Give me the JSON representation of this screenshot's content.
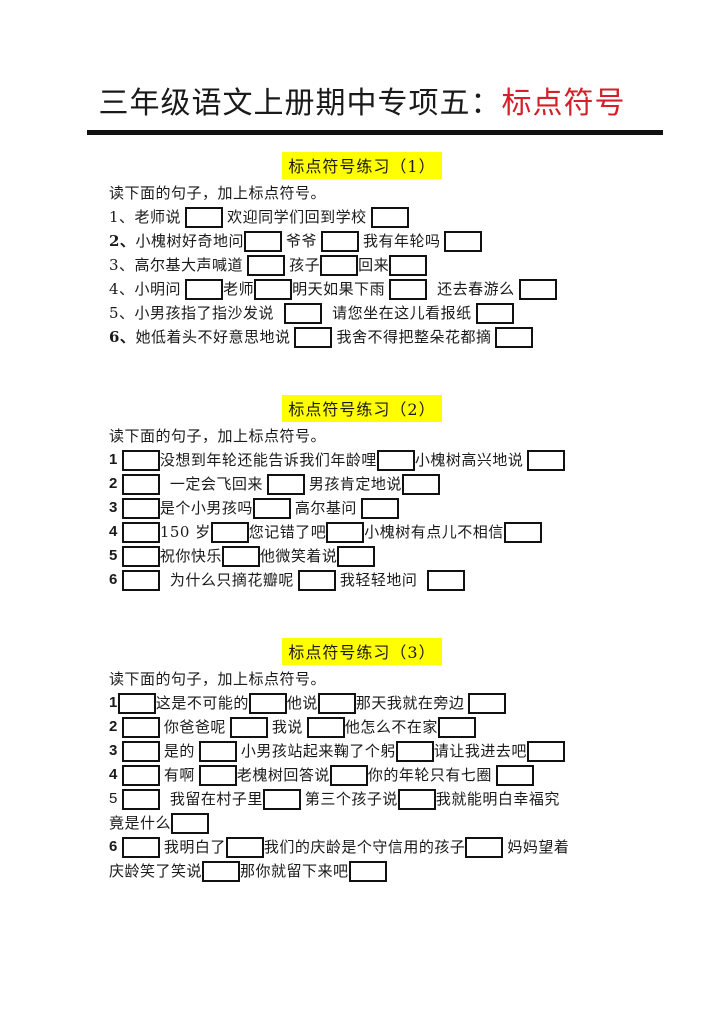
{
  "header": {
    "title_main": "三年级语文上册期中专项五：",
    "title_accent": "标点符号",
    "accent_color": "#d3202a"
  },
  "highlight_color": "#ffff00",
  "sections": [
    {
      "heading": "标点符号练习（1）",
      "instruction": "读下面的句子，加上标点符号。",
      "items": [
        {
          "num": "1、",
          "parts": [
            "老师说",
            "欢迎同学们回到学校"
          ]
        },
        {
          "num": "2、",
          "parts": [
            "小槐树好奇地问",
            "爷爷",
            "我有年轮吗"
          ]
        },
        {
          "num": "3、",
          "parts": [
            "高尔基大声喊道",
            "孩子",
            "回来"
          ]
        },
        {
          "num": "4、",
          "parts": [
            "小明问",
            "老师",
            "明天如果下雨",
            "还去春游么"
          ]
        },
        {
          "num": "5、",
          "parts": [
            "小男孩指了指沙发说",
            "请您坐在这儿看报纸"
          ]
        },
        {
          "num": "6、",
          "parts": [
            "她低着头不好意思地说",
            "我舍不得把整朵花都摘"
          ]
        }
      ]
    },
    {
      "heading": "标点符号练习（2）",
      "instruction": "读下面的句子，加上标点符号。",
      "items": [
        {
          "num": "1",
          "parts": [
            "没想到年轮还能告诉我们年龄哩",
            "小槐树高兴地说"
          ]
        },
        {
          "num": "2",
          "parts": [
            "一定会飞回来",
            "男孩肯定地说"
          ]
        },
        {
          "num": "3",
          "parts": [
            "是个小男孩吗",
            "高尔基问"
          ]
        },
        {
          "num": "4",
          "parts": [
            "150 岁",
            "您记错了吧",
            "小槐树有点儿不相信"
          ]
        },
        {
          "num": "5",
          "parts": [
            "祝你快乐",
            "他微笑着说"
          ]
        },
        {
          "num": "6",
          "parts": [
            "为什么只摘花瓣呢",
            "我轻轻地问"
          ]
        }
      ]
    },
    {
      "heading": "标点符号练习（3）",
      "instruction": "读下面的句子，加上标点符号。",
      "items": [
        {
          "num": "1",
          "parts": [
            "这是不可能的",
            "他说",
            "那天我就在旁边"
          ]
        },
        {
          "num": "2",
          "parts": [
            "你爸爸呢",
            "我说",
            "他怎么不在家"
          ]
        },
        {
          "num": "3",
          "parts": [
            "是的",
            "小男孩站起来鞠了个躬",
            "请让我进去吧"
          ]
        },
        {
          "num": "4",
          "parts": [
            "有啊",
            "老槐树回答说",
            "你的年轮只有七圈"
          ]
        },
        {
          "num": "5",
          "parts": [
            "我留在村子里",
            "第三个孩子说",
            "我就能明白幸福究"
          ],
          "continuation": [
            "竟是什么"
          ]
        },
        {
          "num": "6",
          "parts": [
            "我明白了",
            "我们的庆龄是个守信用的孩子",
            "妈妈望着"
          ],
          "continuation": [
            "庆龄笑了笑说",
            "那你就留下来吧"
          ]
        }
      ]
    }
  ]
}
